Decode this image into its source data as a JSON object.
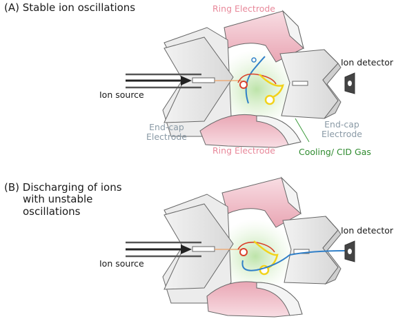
{
  "panel_a": {
    "title": "(A) Stable ion oscillations",
    "ring_top": "Ring Electrode",
    "ring_bottom": "Ring Electrode",
    "endcap_left": [
      "End-cap",
      "Electrode"
    ],
    "endcap_right": [
      "End-cap",
      "Electrode"
    ],
    "gas": "Cooling/ CID Gas",
    "ion_source": "Ion source",
    "ion_detector": "Ion detector"
  },
  "panel_b": {
    "title": [
      "(B) Discharging of ions",
      "with unstable",
      "oscillations"
    ],
    "ion_source": "Ion source",
    "ion_detector": "Ion detector"
  },
  "colors": {
    "ring_fill": "#f2c6cf",
    "endcap_fill": "#e6e6e6",
    "outline": "#555555",
    "gas_glow": "#cfeac0",
    "ion_blue": "#2f7fc8",
    "ion_yellow": "#f2d21a",
    "ion_red": "#d9412b",
    "beam_orange": "#f0a060"
  }
}
